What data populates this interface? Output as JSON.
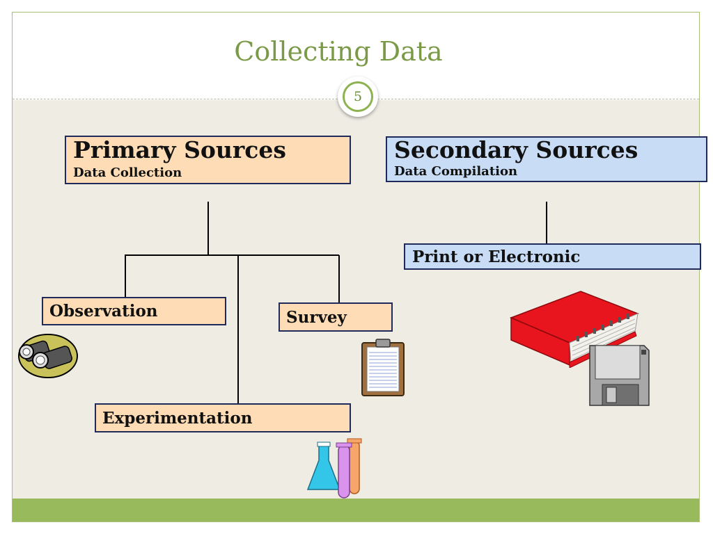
{
  "title": "Collecting Data",
  "page_number": "5",
  "primary": {
    "title": "Primary Sources",
    "subtitle": "Data Collection"
  },
  "secondary": {
    "title": "Secondary Sources",
    "subtitle": "Data Compilation"
  },
  "methods": {
    "observation": "Observation",
    "survey": "Survey",
    "experimentation": "Experimentation",
    "print_electronic": "Print or Electronic"
  },
  "colors": {
    "title": "#7a9a47",
    "primary_box": "#fddcb6",
    "secondary_box": "#c8dcf5",
    "content_bg": "#eeece3",
    "accent_band": "#98b95c",
    "box_border": "#1f2a5a"
  },
  "icons": [
    "binoculars-icon",
    "clipboard-icon",
    "test-tubes-icon",
    "book-icon",
    "floppy-disk-icon"
  ]
}
